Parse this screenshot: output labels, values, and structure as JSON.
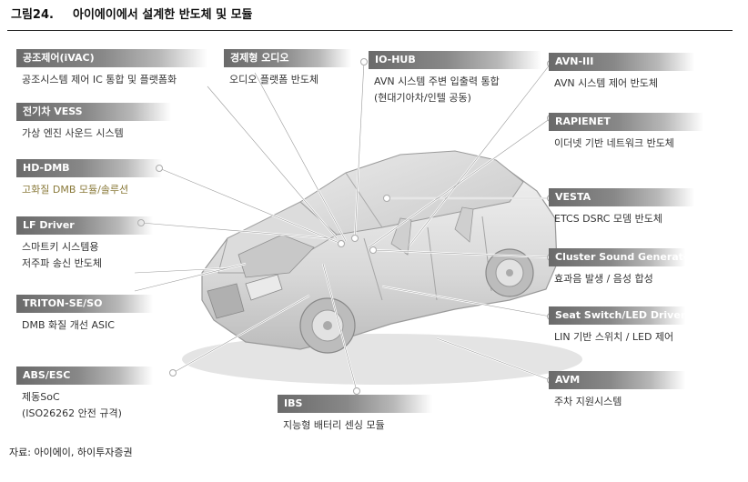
{
  "figure": {
    "number": "그림24.",
    "title": "아이에이에서 설계한 반도체 및 모듈"
  },
  "callouts": [
    {
      "id": "ivac",
      "label": "공조제어(iVAC)",
      "desc": [
        "공조시스템 제어 IC 통합 및 플랫폼화"
      ]
    },
    {
      "id": "vess",
      "label": "전기차 VESS",
      "desc": [
        "가상 엔진 사운드 시스템"
      ]
    },
    {
      "id": "hddmb",
      "label": "HD-DMB",
      "desc": [
        "고화질 DMB 모듈/솔루션"
      ]
    },
    {
      "id": "lfdriver",
      "label": "LF Driver",
      "desc": [
        "스마트키 시스템용",
        "저주파 송신 반도체"
      ]
    },
    {
      "id": "triton",
      "label": "TRITON-SE/SO",
      "desc": [
        "DMB 화질 개선 ASIC"
      ]
    },
    {
      "id": "abs",
      "label": "ABS/ESC",
      "desc": [
        "제동SoC",
        "(ISO26262 안전 규격)"
      ]
    },
    {
      "id": "audio",
      "label": "경제형 오디오",
      "desc": [
        "오디오 플랫폼 반도체"
      ]
    },
    {
      "id": "iohub",
      "label": "IO-HUB",
      "desc": [
        "AVN 시스템 주변 입출력 통합",
        "(현대기아차/인텔 공동)"
      ]
    },
    {
      "id": "ibs",
      "label": "IBS",
      "desc": [
        "지능형 배터리 센싱 모듈"
      ]
    },
    {
      "id": "avn3",
      "label": "AVN-III",
      "desc": [
        "AVN 시스템 제어 반도체"
      ]
    },
    {
      "id": "rapienet",
      "label": "RAPIENET",
      "desc": [
        "이더넷 기반 네트워크 반도체"
      ]
    },
    {
      "id": "vesta",
      "label": "VESTA",
      "desc": [
        "ETCS DSRC 모뎀 반도체"
      ]
    },
    {
      "id": "csg",
      "label": "Cluster Sound Generator",
      "desc": [
        "효과음 발생 / 음성 합성"
      ]
    },
    {
      "id": "seat",
      "label": "Seat Switch/LED Driver",
      "desc": [
        "LIN 기반 스위치 / LED 제어"
      ]
    },
    {
      "id": "avm",
      "label": "AVM",
      "desc": [
        "주차 지원시스템"
      ]
    }
  ],
  "source": "자료: 아이에이, 하이투자증권"
}
